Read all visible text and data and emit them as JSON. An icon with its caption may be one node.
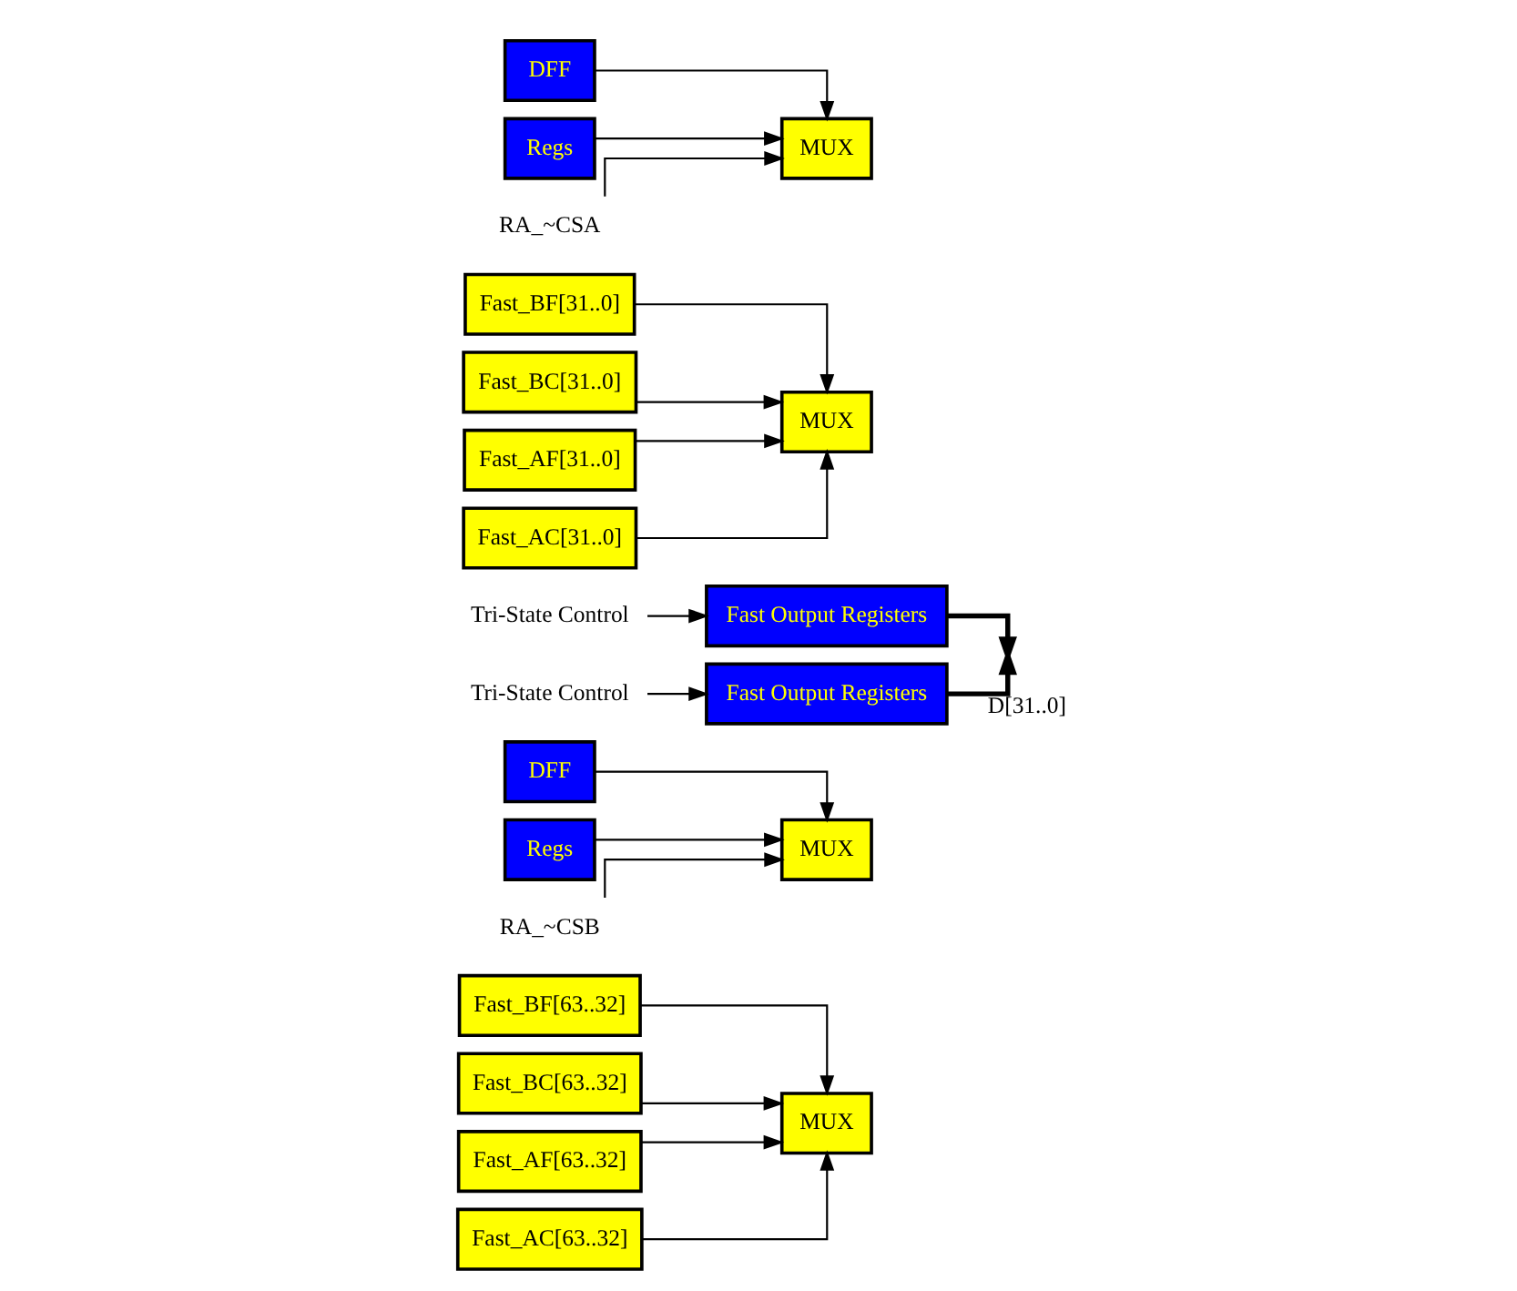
{
  "diagram": {
    "nodes": [
      {
        "text": [
          "Fast_BF[63..32]"
        ]
      },
      {
        "text": [
          "Fast_BC[63..32]"
        ]
      },
      {
        "text": [
          "Fast_AF[63..32]"
        ]
      },
      {
        "text": [
          "Fast_AC[63..32]"
        ]
      },
      {
        "text": [
          "MUX"
        ]
      },
      {
        "text": [
          "DFF"
        ]
      },
      {
        "text": [
          "Regs"
        ]
      },
      {
        "text": [
          "MUX"
        ]
      },
      {
        "text": [
          "Fast Output Registers"
        ]
      },
      {
        "text": [
          "RA_~CSB"
        ]
      },
      {
        "text": [
          "Tri-State Control"
        ]
      },
      {
        "text": [
          "Fast_BF[31..0]"
        ]
      },
      {
        "text": [
          "Fast_BC[31..0]"
        ]
      },
      {
        "text": [
          "Fast_AF[31..0]"
        ]
      },
      {
        "text": [
          "Fast_AC[31..0]"
        ]
      },
      {
        "text": [
          "MUX"
        ]
      },
      {
        "text": [
          "DFF"
        ]
      },
      {
        "text": [
          "Regs"
        ]
      },
      {
        "text": [
          "MUX"
        ]
      },
      {
        "text": [
          "Fast Output Registers"
        ]
      },
      {
        "text": [
          "RA_~CSA"
        ]
      },
      {
        "text": [
          "Tri-State Control"
        ]
      }
    ],
    "edges": [
      {
        "from": 0,
        "to": 4,
        "arrow": "to"
      },
      {
        "from": 1,
        "to": 4,
        "arrow": "to"
      },
      {
        "from": 2,
        "to": 4,
        "arrow": "to"
      },
      {
        "from": 3,
        "to": 4,
        "arrow": "to"
      },
      {
        "from": 5,
        "to": 7,
        "arrow": "to"
      },
      {
        "from": 6,
        "to": 7,
        "arrow": "to"
      },
      {
        "from": 9,
        "to": 7,
        "arrow": "to"
      },
      {
        "from": 10,
        "to": 8,
        "arrow": "to"
      },
      {
        "from": 8,
        "to": null,
        "arrow": "to",
        "label": "D[31..0]",
        "style": "thick"
      },
      {
        "from": 11,
        "to": 15,
        "arrow": "to"
      },
      {
        "from": 12,
        "to": 15,
        "arrow": "to"
      },
      {
        "from": 13,
        "to": 15,
        "arrow": "to"
      },
      {
        "from": 14,
        "to": 15,
        "arrow": "to"
      },
      {
        "from": 16,
        "to": 18,
        "arrow": "to"
      },
      {
        "from": 17,
        "to": 18,
        "arrow": "to"
      },
      {
        "from": 20,
        "to": 18,
        "arrow": "to"
      },
      {
        "from": 21,
        "to": 19,
        "arrow": "to"
      },
      {
        "from": 19,
        "to": null,
        "arrow": "to",
        "style": "thick"
      }
    ]
  }
}
